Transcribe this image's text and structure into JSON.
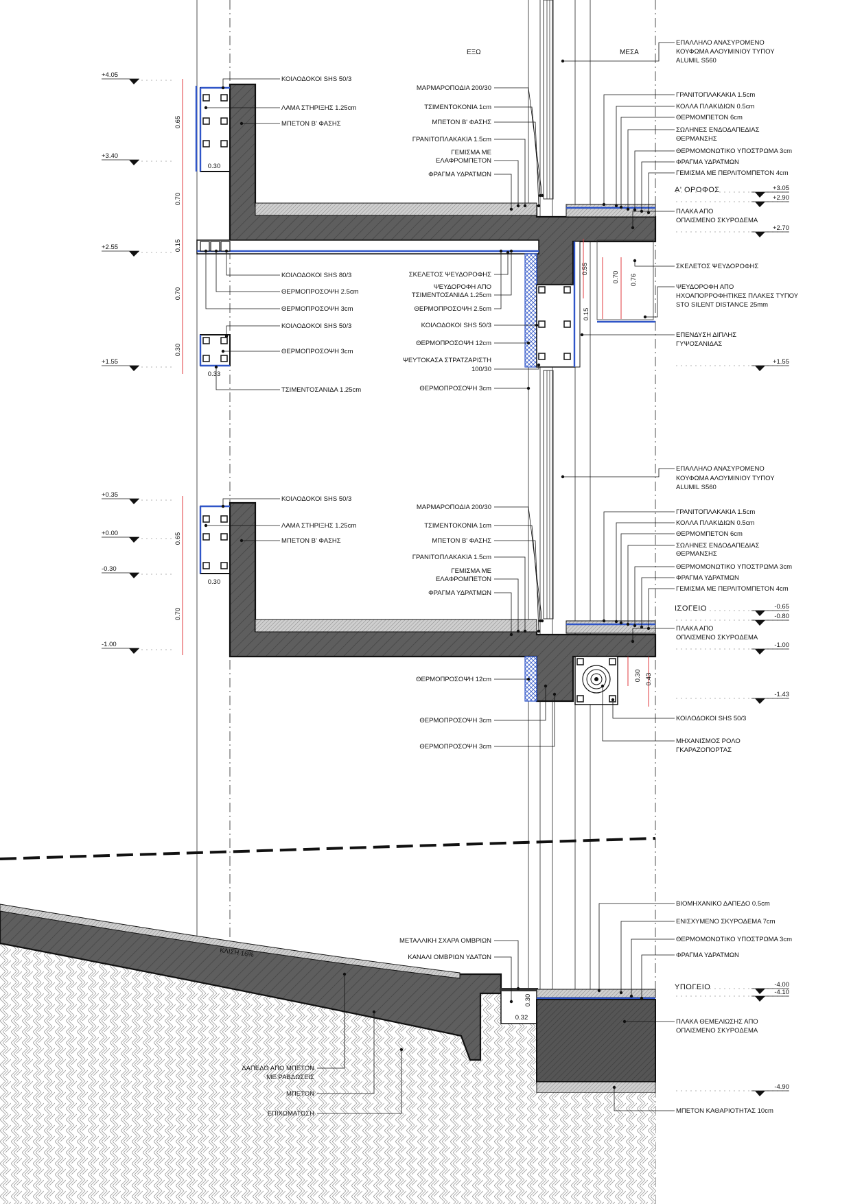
{
  "headers": {
    "outside": "ΕΞΩ",
    "inside": "ΜΕΣΑ"
  },
  "floors": {
    "first": "Α' ΟΡΟΦΟΣ",
    "ground": "ΙΣΟΓΕΙΟ",
    "basement": "ΥΠΟΓΕΙΟ"
  },
  "slope_label": "ΚΛΙΣΗ 16%",
  "levels_left": [
    "+4.05",
    "+3.40",
    "+2.55",
    "+1.55",
    "+0.35",
    "+0.00",
    "-0.30",
    "-1.00"
  ],
  "levels_right": [
    "+3.05",
    "+2.90",
    "+2.70",
    "+1.55",
    "-0.65",
    "-0.80",
    "-1.00",
    "-1.43",
    "-4.00",
    "-4.10",
    "-4.90"
  ],
  "dims": [
    "0.65",
    "0.70",
    "0.15",
    "0.70",
    "0.30",
    "0.30",
    "0.33",
    "0.65",
    "0.70",
    "0.30",
    "0.55",
    "0.70",
    "0.76",
    "0.15",
    "0.30",
    "0.43",
    "0.30",
    "0.32"
  ],
  "labels_left": [
    "ΚΟΙΛΟΔΟΚΟΙ SHS 50/3",
    "ΛΑΜΑ ΣΤΗΡΙΞΗΣ 1.25cm",
    "ΜΠΕΤΟΝ Β' ΦΑΣΗΣ",
    "ΚΟΙΛΟΔΟΚΟΙ SHS 80/3",
    "ΘΕΡΜΟΠΡΟΣΟΨΗ 2.5cm",
    "ΘΕΡΜΟΠΡΟΣΟΨΗ 3cm",
    "ΚΟΙΛΟΔΟΚΟΙ SHS 50/3",
    "ΘΕΡΜΟΠΡΟΣΟΨΗ 3cm",
    "ΤΣΙΜΕΝΤΟΣΑΝΙΔΑ 1.25cm",
    "ΚΟΙΛΟΔΟΚΟΙ SHS 50/3",
    "ΛΑΜΑ ΣΤΗΡΙΞΗΣ 1.25cm",
    "ΜΠΕΤΟΝ Β' ΦΑΣΗΣ"
  ],
  "labels_mid_upper": [
    "ΜΑΡΜΑΡΟΠΟΔΙΑ 200/30",
    "ΤΣΙΜΕΝΤΟΚΟΝΙΑ 1cm",
    "ΜΠΕΤΟΝ Β' ΦΑΣΗΣ",
    "ΓΡΑΝΙΤΟΠΛΑΚΑΚΙΑ 1.5cm",
    "ΓΕΜΙΣΜΑ ΜΕ",
    "ΕΛΑΦΡΟΜΠΕΤΟΝ",
    "ΦΡΑΓΜΑ ΥΔΡΑΤΜΩΝ",
    "ΣΚΕΛΕΤΟΣ ΨΕΥΔΟΡΟΦΗΣ",
    "ΨΕΥΔΟΡΟΦΗ ΑΠΟ",
    "ΤΣΙΜΕΝΤΟΣΑΝΙΔΑ 1.25cm",
    "ΘΕΡΜΟΠΡΟΣΟΨΗ 2.5cm",
    "ΚΟΙΛΟΔΟΚΟΙ SHS 50/3",
    "ΘΕΡΜΟΠΡΟΣΟΨΗ 12cm",
    "ΨΕΥΤΟΚΑΣΑ ΣΤΡΑΤΖΑΡΙΣΤΗ",
    "100/30",
    "ΘΕΡΜΟΠΡΟΣΟΨΗ 3cm"
  ],
  "labels_mid_lower": [
    "ΜΑΡΜΑΡΟΠΟΔΙΑ 200/30",
    "ΤΣΙΜΕΝΤΟΚΟΝΙΑ 1cm",
    "ΜΠΕΤΟΝ Β' ΦΑΣΗΣ",
    "ΓΡΑΝΙΤΟΠΛΑΚΑΚΙΑ 1.5cm",
    "ΓΕΜΙΣΜΑ ΜΕ",
    "ΕΛΑΦΡΟΜΠΕΤΟΝ",
    "ΦΡΑΓΜΑ ΥΔΡΑΤΜΩΝ",
    "ΘΕΡΜΟΠΡΟΣΟΨΗ 12cm",
    "ΘΕΡΜΟΠΡΟΣΟΨΗ 3cm",
    "ΘΕΡΜΟΠΡΟΣΟΨΗ 3cm"
  ],
  "labels_right_upper": [
    "ΕΠΑΛΛΗΛΟ ΑΝΑΣΥΡΟΜΕΝΟ",
    "ΚΟΥΦΩΜΑ ΑΛΟΥΜΙΝΙΟΥ ΤΥΠΟΥ",
    "ALUMIL S560",
    "ΓΡΑΝΙΤΟΠΛΑΚΑΚΙΑ 1.5cm",
    "ΚΟΛΛΑ ΠΛΑΚΙΔΙΩΝ 0.5cm",
    "ΘΕΡΜΟΜΠΕΤΟΝ 6cm",
    "ΣΩΛΗΝΕΣ ΕΝΔΟΔΑΠΕΔΙΑΣ",
    "ΘΕΡΜΑΝΣΗΣ",
    "ΘΕΡΜΟΜΟΝΩΤΙΚΟ ΥΠΟΣΤΡΩΜΑ 3cm",
    "ΦΡΑΓΜΑ ΥΔΡΑΤΜΩΝ",
    "ΓΕΜΙΣΜΑ ΜΕ ΠΕΡΛΙΤΟΜΠΕΤΟΝ 4cm",
    "ΠΛΑΚΑ ΑΠΟ",
    "ΟΠΛΙΣΜΕΝΟ ΣΚΥΡΟΔΕΜΑ",
    "ΣΚΕΛΕΤΟΣ ΨΕΥΔΟΡΟΦΗΣ",
    "ΨΕΥΔΟΡΟΦΗ ΑΠΟ",
    "ΗΧΟΑΠΟΡΡΟΦΗΤΙΚΕΣ ΠΛΑΚΕΣ ΤΥΠΟΥ",
    "STO SILENT DISTANCE 25mm",
    "ΕΠΕΝΔΥΣΗ ΔΙΠΛΗΣ",
    "ΓΥΨΟΣΑΝΙΔΑΣ"
  ],
  "labels_right_lower": [
    "ΕΠΑΛΛΗΛΟ ΑΝΑΣΥΡΟΜΕΝΟ",
    "ΚΟΥΦΩΜΑ ΑΛΟΥΜΙΝΙΟΥ ΤΥΠΟΥ",
    "ALUMIL S560",
    "ΓΡΑΝΙΤΟΠΛΑΚΑΚΙΑ 1.5cm",
    "ΚΟΛΛΑ ΠΛΑΚΙΔΙΩΝ 0.5cm",
    "ΘΕΡΜΟΜΠΕΤΟΝ 6cm",
    "ΣΩΛΗΝΕΣ ΕΝΔΟΔΑΠΕΔΙΑΣ",
    "ΘΕΡΜΑΝΣΗΣ",
    "ΘΕΡΜΟΜΟΝΩΤΙΚΟ ΥΠΟΣΤΡΩΜΑ 3cm",
    "ΦΡΑΓΜΑ ΥΔΡΑΤΜΩΝ",
    "ΓΕΜΙΣΜΑ ΜΕ ΠΕΡΛΙΤΟΜΠΕΤΟΝ 4cm",
    "ΠΛΑΚΑ ΑΠΟ",
    "ΟΠΛΙΣΜΕΝΟ ΣΚΥΡΟΔΕΜΑ",
    "ΚΟΙΛΟΔΟΚΟΙ SHS 50/3",
    "ΜΗΧΑΝΙΣΜΟΣ ΡΟΛΟ",
    "ΓΚΑΡΑΖΟΠΟΡΤΑΣ"
  ],
  "labels_basement": [
    "ΒΙΟΜΗΧΑΝΙΚΟ ΔΑΠΕΔΟ 0.5cm",
    "ΕΝΙΣΧΥΜΕΝΟ ΣΚΥΡΟΔΕΜΑ 7cm",
    "ΘΕΡΜΟΜΟΝΩΤΙΚΟ ΥΠΟΣΤΡΩΜΑ 3cm",
    "ΦΡΑΓΜΑ ΥΔΡΑΤΜΩΝ",
    "ΠΛΑΚΑ ΘΕΜΕΛΙΩΣΗΣ ΑΠΟ",
    "ΟΠΛΙΣΜΕΝΟ ΣΚΥΡΟΔΕΜΑ",
    "ΜΠΕΤΟΝ ΚΑΘΑΡΙΟΤΗΤΑΣ 10cm",
    "ΜΕΤΑΛΛΙΚΗ ΣΧΑΡΑ ΟΜΒΡΙΩΝ",
    "ΚΑΝΑΛΙ ΟΜΒΡΙΩΝ ΥΔΑΤΩΝ",
    "ΔΑΠΕΔΟ ΑΠΟ ΜΠΕΤΟΝ",
    "ΜΕ ΡΑΒΔΩΣΕΙΣ",
    "ΜΠΕΤΟΝ",
    "ΕΠΙΧΩΜΑΤΩΣΗ"
  ]
}
